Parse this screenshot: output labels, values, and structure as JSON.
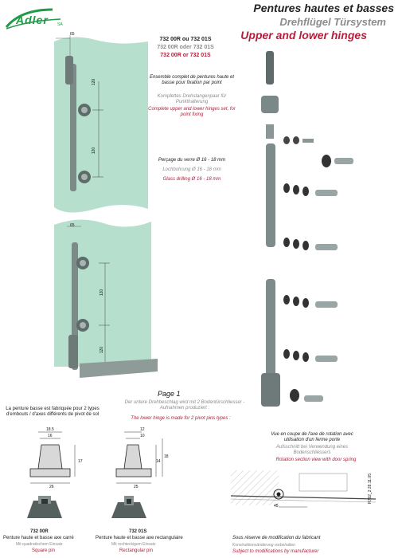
{
  "brand": {
    "logo_text": "Adler",
    "logo_suffix": "SA",
    "colors": {
      "green_glass": "#a9d9c5",
      "accent_red": "#b2203c",
      "logo_green": "#1f9b48",
      "grey_text": "#8c8c8c"
    }
  },
  "header": {
    "title_fr": "Pentures hautes et basses",
    "title_de": "Drehflügel Türsystem",
    "title_en": "Upper and lower hinges"
  },
  "codes": {
    "fr": "732 00R ou 732 01S",
    "de": "732 00R oder 732 01S",
    "en": "732 00R or 732 01S"
  },
  "ensemble": {
    "fr": "Ensemble complet de pentures haute et basse pour fixation par point",
    "de": "Komplettes Drehstangenpaar für Punkthalterung",
    "en": "Complete upper and lower hinges set, for point fixing"
  },
  "drilling": {
    "fr": "Perçage du verre Ø 16 - 18 mm",
    "de": "Lochbohrung Ø 16 - 18 mm",
    "en": "Glass drilling Ø 16 - 18 mm"
  },
  "dims_upper": {
    "top": "65",
    "d1": "120",
    "d2": "120"
  },
  "dims_lower": {
    "top": "65",
    "d1": "120",
    "d2": "120"
  },
  "page": "Page 1",
  "lower_hinge": {
    "de": "Der untere Drehbeschlag wird mit 2 Bodentürschliesser - Aufnahmen produziert :",
    "en": "The lower hinge is made for 2 pivot pins types :"
  },
  "pivot_note_fr": "La penture basse est fabriquée pour 2 types d'embouts / d'axes différents de pivot de sol",
  "square_pin": {
    "dims": {
      "top": "18.5",
      "inner": "16",
      "height": "17",
      "bottom": "26"
    },
    "code": "732 00R",
    "fr": "Penture haute et basse axe carré",
    "de": "Mit quadratischem Einsatz",
    "en": "Square pin"
  },
  "rect_pin": {
    "dims": {
      "top1": "12",
      "top2": "10",
      "h1": "14",
      "h2": "18",
      "bottom": "25"
    },
    "code": "732 01S",
    "fr": "Penture haute et basse axe rectangulaire",
    "de": "Mit rechteckigem Einsatz",
    "en": "Rectangular pin"
  },
  "rotation": {
    "fr": "Vue en coupe de l'axe de rotation avec utilisation d'un ferme porte",
    "de": "Aufsschnitt bei Verwendung eines Bodenschliessers",
    "en": "Rotation section view with door spring",
    "dim": "45"
  },
  "footer": {
    "fr": "Sous réserve de modification du fabricant",
    "de": "Konstruktionsänderung vorbehalten",
    "en": "Subject to modifications by manufacturer",
    "ref": "R792_2   28.11.05"
  }
}
